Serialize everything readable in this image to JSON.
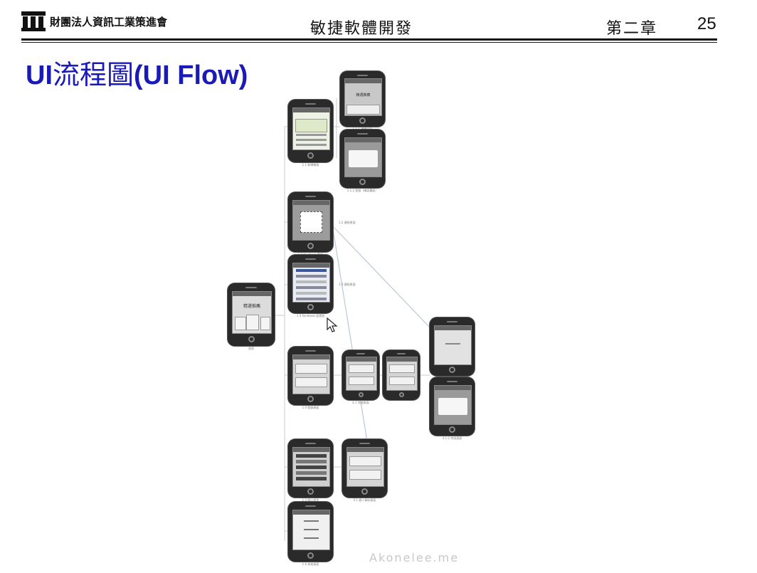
{
  "header": {
    "org_name": "財團法人資訊工業策進會",
    "course": "敏捷軟體開發",
    "chapter": "第二章",
    "page_number": "25"
  },
  "title": {
    "prefix": "UI",
    "cjk": "流程圖",
    "suffix": "(UI Flow)"
  },
  "diagram": {
    "screens": [
      {
        "id": "root",
        "text": "精選推薦",
        "caption": "首頁"
      },
      {
        "id": "s11",
        "text": "",
        "caption": "1.1 新增帳號"
      },
      {
        "id": "s111",
        "text": "精選推薦",
        "caption": "1.1.1 選擇頁面"
      },
      {
        "id": "s112",
        "text": "",
        "caption": "1.1.2 登錄（確認畫面）"
      },
      {
        "id": "s12",
        "text": "",
        "caption": "1.2 facebook 登錄"
      },
      {
        "id": "s13",
        "text": "",
        "caption": "1.3 facebook 認證頁"
      },
      {
        "id": "s14",
        "text": "",
        "caption": "1.4 登錄頁面"
      },
      {
        "id": "s141",
        "text": "",
        "caption": "4.1 完成頁面"
      },
      {
        "id": "s142",
        "text": "",
        "caption": ""
      },
      {
        "id": "s1411",
        "text": "",
        "caption": "4.1.1 結果頁面"
      },
      {
        "id": "s1412",
        "text": "",
        "caption": "4.1.2 完成頁面"
      },
      {
        "id": "s15",
        "text": "",
        "caption": "1.5 個人設定"
      },
      {
        "id": "s151",
        "text": "",
        "caption": "5.1 個人資料頁面"
      },
      {
        "id": "s16",
        "text": "",
        "caption": "1.6 其他頁面"
      }
    ],
    "link_labels": [
      "1.2 連結頁面",
      "1.3 連結頁面"
    ],
    "watermark": "Akonelee.me"
  }
}
